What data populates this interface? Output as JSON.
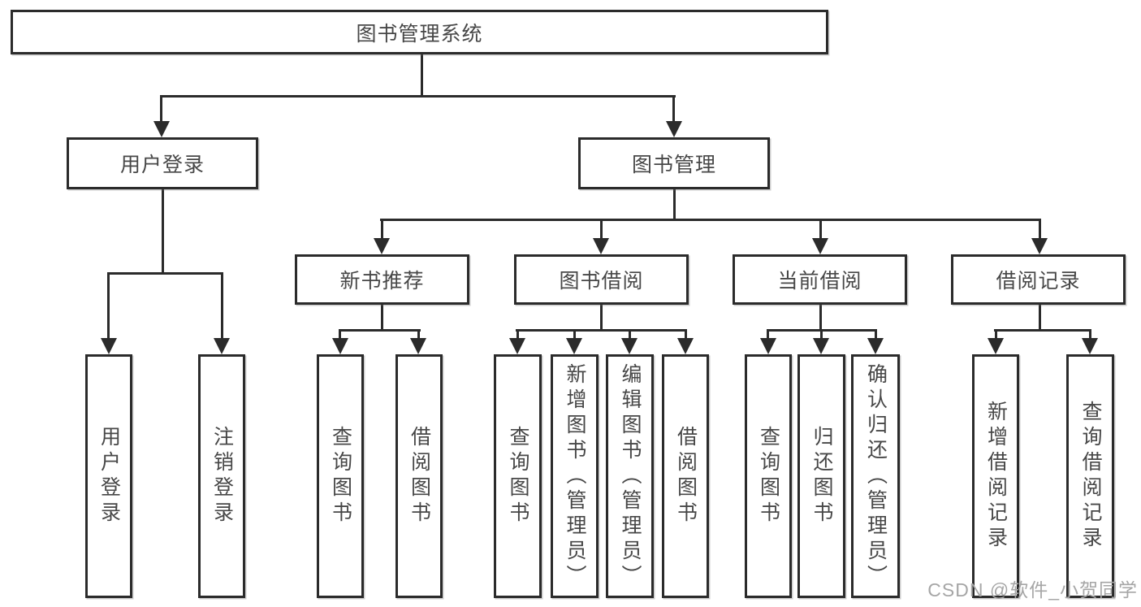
{
  "title": {
    "label": "图书管理系统"
  },
  "branches": [
    {
      "label": "用户登录"
    },
    {
      "label": "图书管理"
    }
  ],
  "categories": [
    {
      "label": "新书推荐"
    },
    {
      "label": "图书借阅"
    },
    {
      "label": "当前借阅"
    },
    {
      "label": "借阅记录"
    }
  ],
  "leaves": {
    "user": [
      {
        "label": "用户登录"
      },
      {
        "label": "注销登录"
      }
    ],
    "newbook": [
      {
        "label": "查询图书"
      },
      {
        "label": "借阅图书"
      }
    ],
    "borrowing": [
      {
        "label": "查询图书"
      },
      {
        "label": "新增图书（管理员）"
      },
      {
        "label": "编辑图书（管理员）"
      },
      {
        "label": "借阅图书"
      }
    ],
    "current": [
      {
        "label": "查询图书"
      },
      {
        "label": "归还图书"
      },
      {
        "label": "确认归还（管理员）"
      }
    ],
    "records": [
      {
        "label": "新增借阅记录"
      },
      {
        "label": "查询借阅记录"
      }
    ]
  },
  "watermark": {
    "text": "CSDN @软件_小贺同学"
  },
  "colors": {
    "line": "#2b2b2b",
    "text": "#474747",
    "watermark": "#a6a6a6",
    "background": "#ffffff"
  }
}
